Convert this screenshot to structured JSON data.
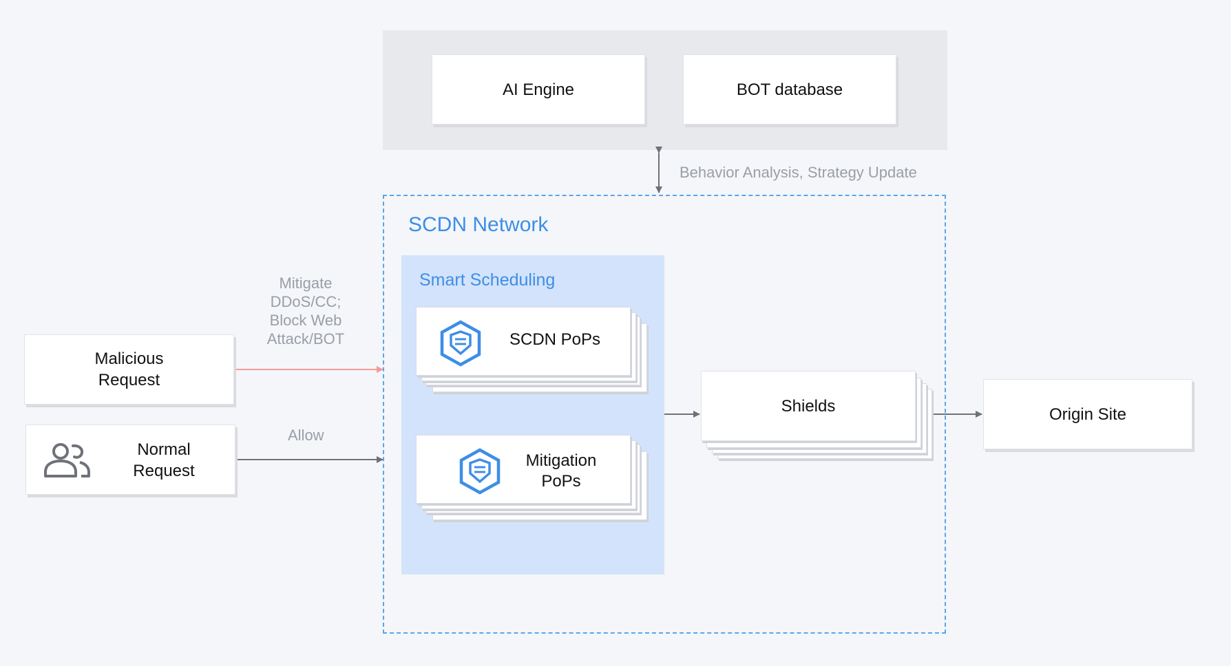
{
  "top": {
    "ai_engine": "AI Engine",
    "bot_database": "BOT database"
  },
  "link_label": "Behavior Analysis, Strategy Update",
  "scdn": {
    "title": "SCDN Network",
    "smart_scheduling": "Smart Scheduling",
    "scdn_pops": "SCDN PoPs",
    "mitigation_pops": "Mitigation\nPoPs"
  },
  "requests": {
    "malicious": "Malicious\nRequest",
    "normal": "Normal\nRequest",
    "mitigate_label": "Mitigate\nDDoS/CC;\nBlock Web\nAttack/BOT",
    "allow_label": "Allow"
  },
  "shields": "Shields",
  "origin_site": "Origin Site",
  "colors": {
    "scdn_blue": "#3d8ee6",
    "dashed_border": "#5aa6ea",
    "scheduling_bg": "#d3e3fb",
    "malicious_arrow": "#f29a9a",
    "normal_arrow": "#6e7278",
    "icon_blue": "#3d8ee6"
  },
  "icons": {
    "pop_icon": "hexagon-shield-icon",
    "user_icon": "users-icon"
  }
}
